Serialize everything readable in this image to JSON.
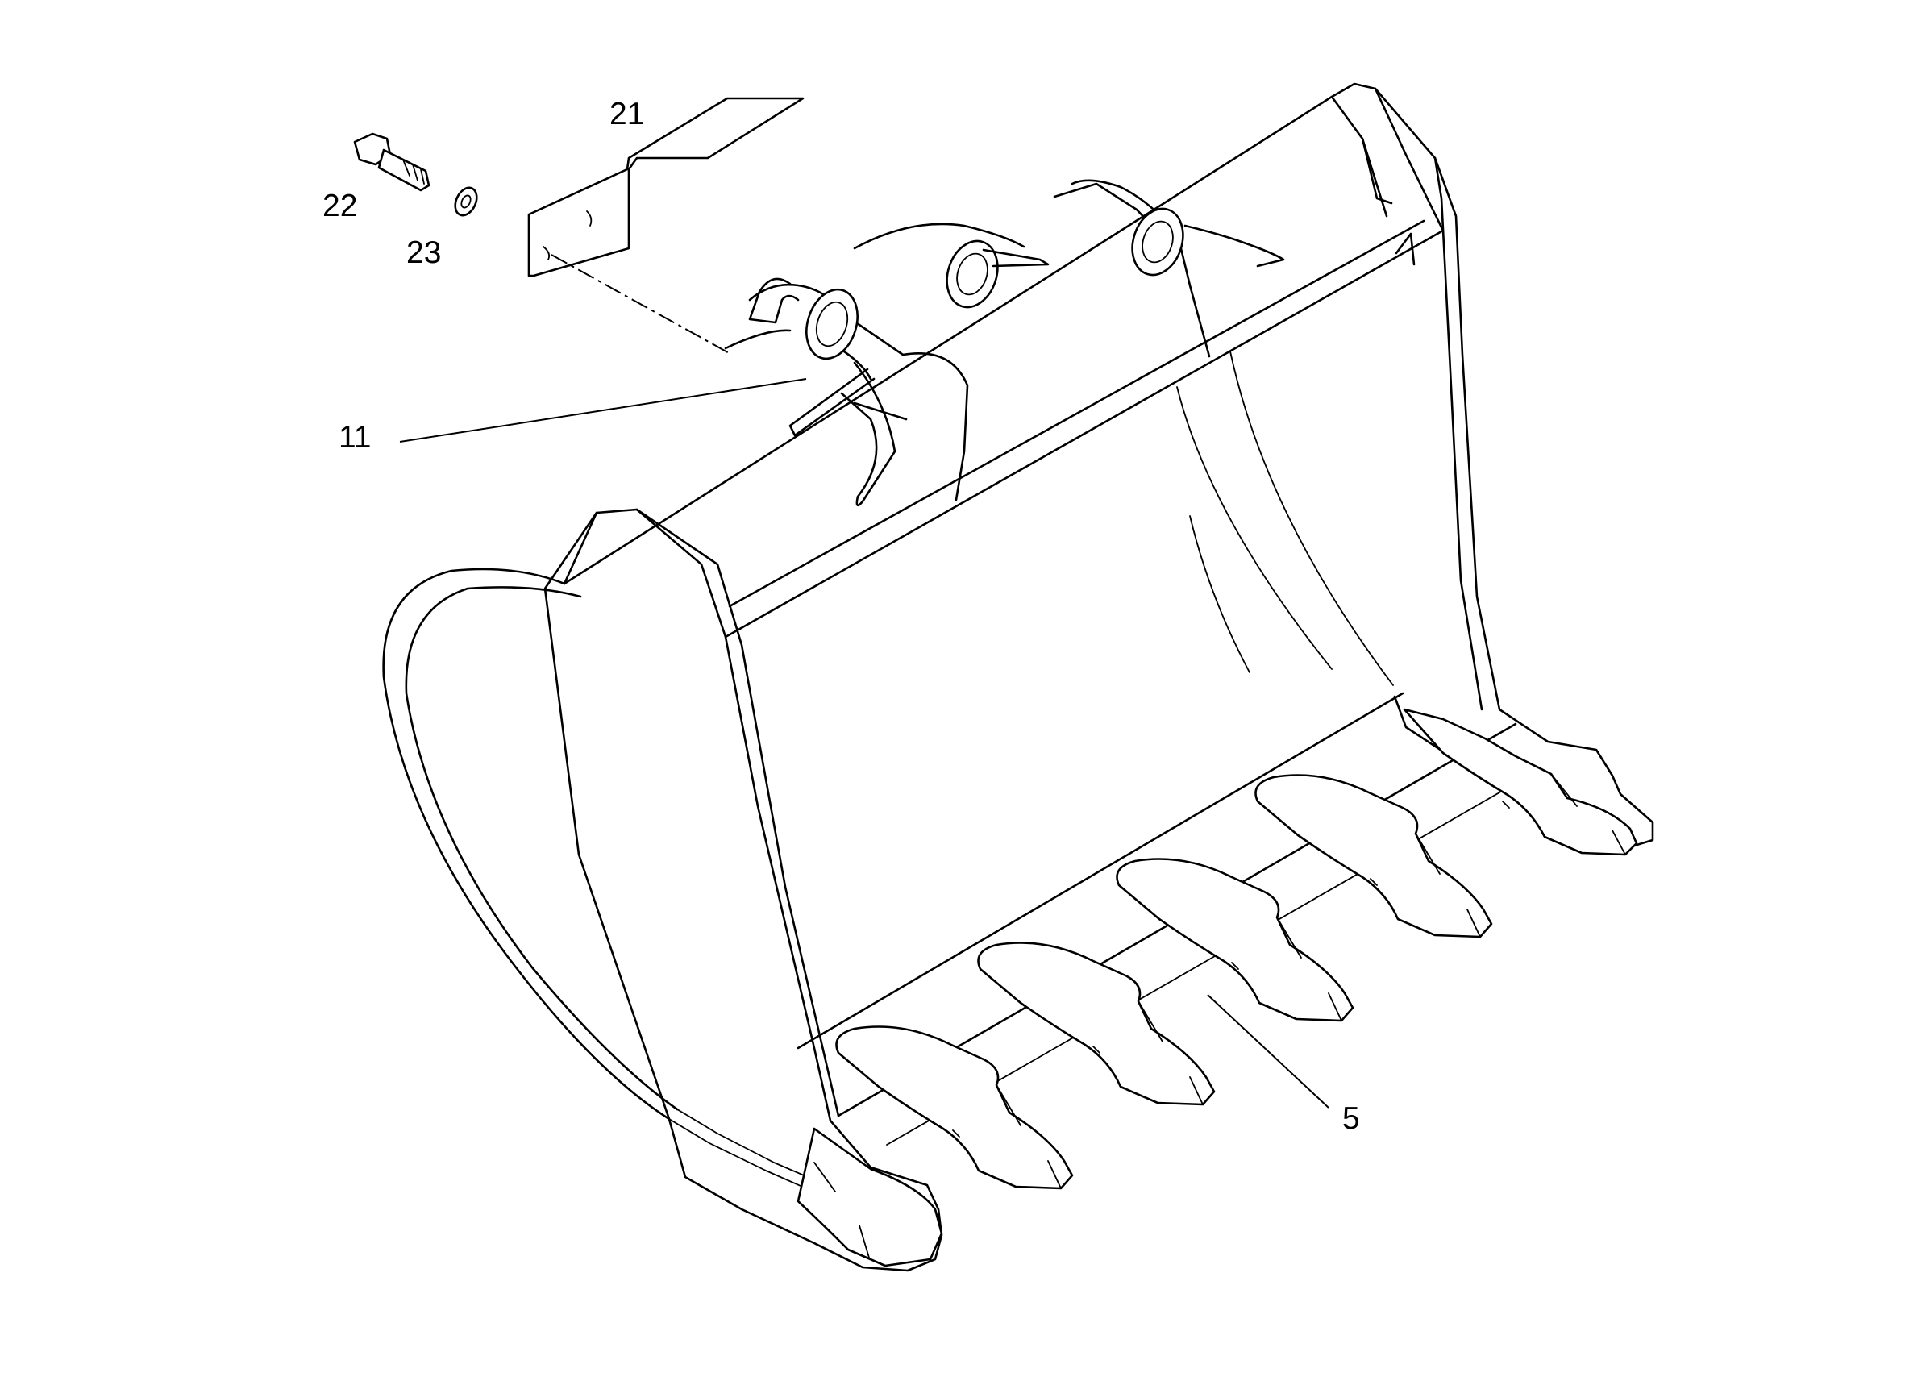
{
  "callouts": {
    "c21": "21",
    "c22": "22",
    "c23": "23",
    "c11": "11",
    "c5": "5"
  },
  "colors": {
    "line": "#000000",
    "background": "#ffffff"
  }
}
